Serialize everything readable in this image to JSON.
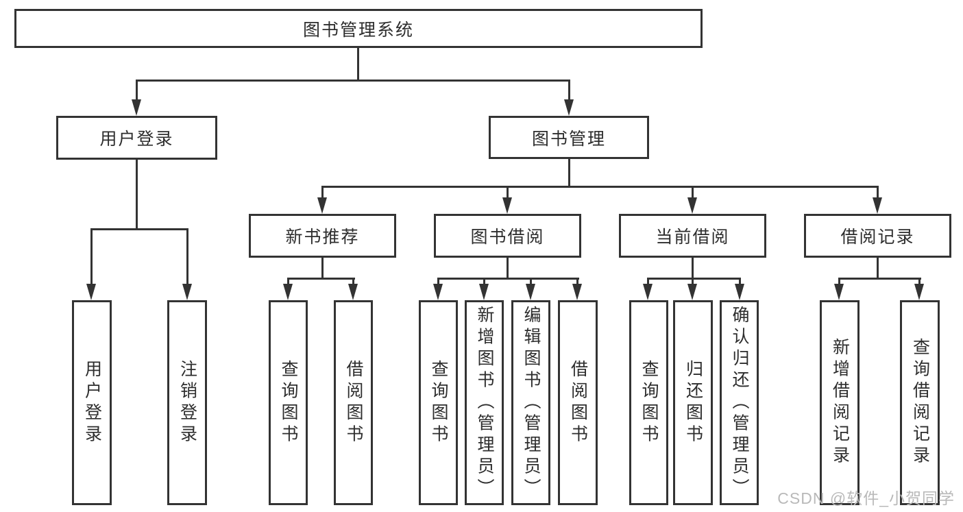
{
  "root": {
    "label": "图书管理系统"
  },
  "level2": [
    {
      "label": "用户登录"
    },
    {
      "label": "图书管理"
    }
  ],
  "level3": [
    {
      "label": "新书推荐"
    },
    {
      "label": "图书借阅"
    },
    {
      "label": "当前借阅"
    },
    {
      "label": "借阅记录"
    }
  ],
  "level4": {
    "user": [
      "用户登录",
      "注销登录"
    ],
    "recommend": [
      "查询图书",
      "借阅图书"
    ],
    "borrow": [
      "查询图书",
      "新增图书（管理员）",
      "编辑图书（管理员）",
      "借阅图书"
    ],
    "current": [
      "查询图书",
      "归还图书",
      "确认归还（管理员）"
    ],
    "records": [
      "新增借阅记录",
      "查询借阅记录"
    ]
  },
  "watermark": {
    "text": "CSDN @软件_小贺同学"
  },
  "colors": {
    "line": "#333333",
    "text": "#2d2d2d",
    "watermark": "#b9b9b9",
    "background": "#ffffff"
  }
}
